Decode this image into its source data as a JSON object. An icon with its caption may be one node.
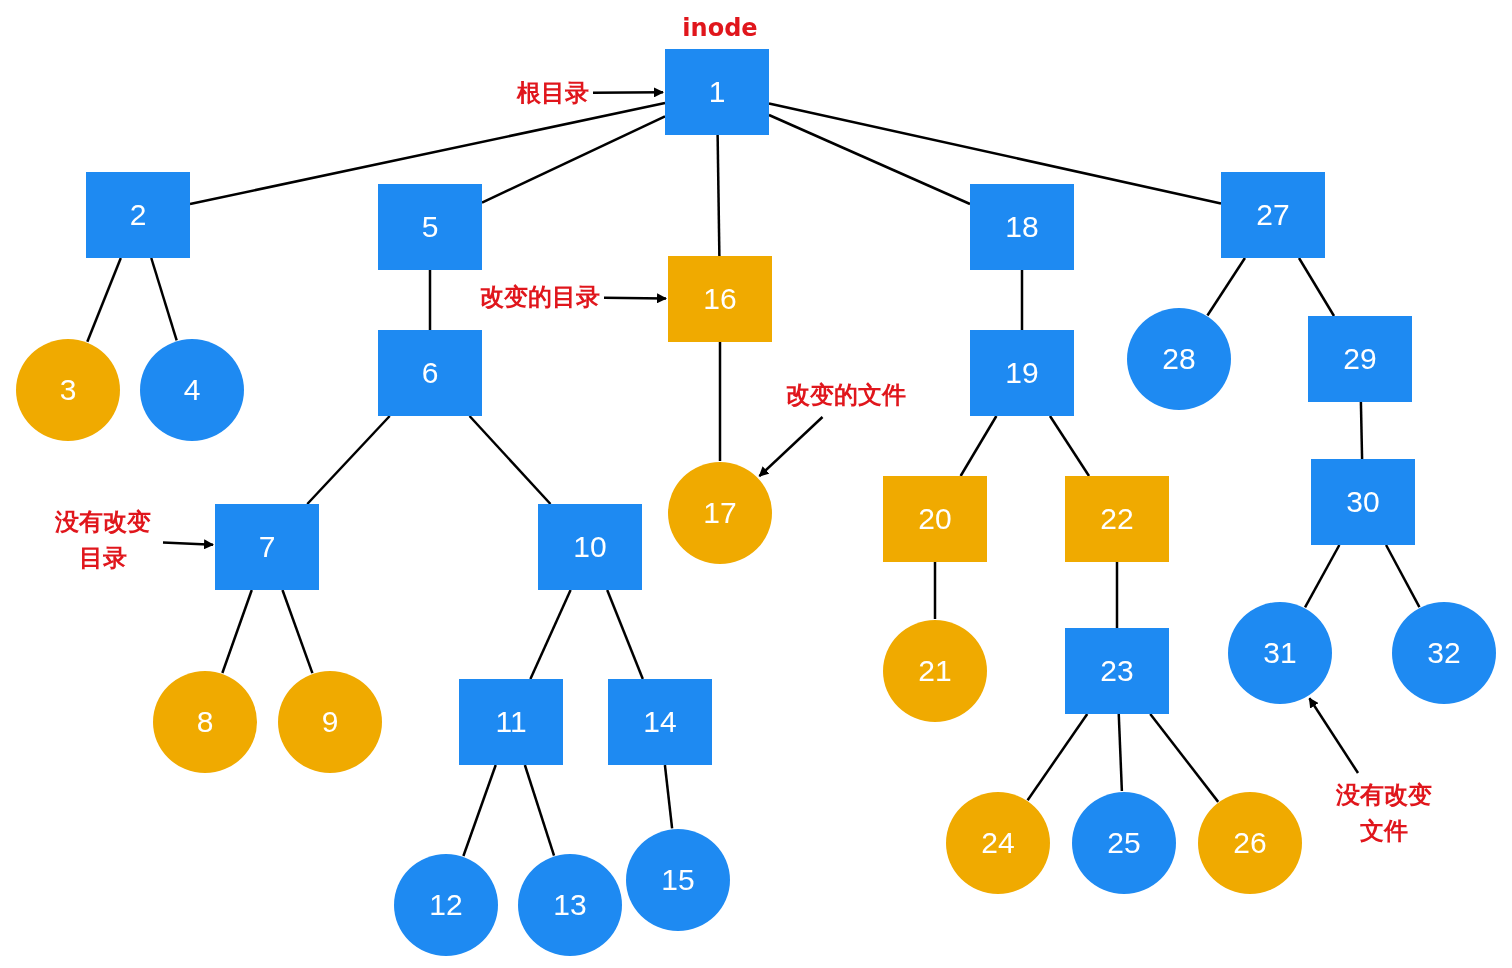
{
  "diagram": {
    "nodes": [
      {
        "text": [
          "1"
        ]
      },
      {
        "text": [
          "2"
        ]
      },
      {
        "text": [
          "3"
        ]
      },
      {
        "text": [
          "4"
        ]
      },
      {
        "text": [
          "5"
        ]
      },
      {
        "text": [
          "6"
        ]
      },
      {
        "text": [
          "7"
        ]
      },
      {
        "text": [
          "8"
        ]
      },
      {
        "text": [
          "9"
        ]
      },
      {
        "text": [
          "10"
        ]
      },
      {
        "text": [
          "11"
        ]
      },
      {
        "text": [
          "12"
        ]
      },
      {
        "text": [
          "13"
        ]
      },
      {
        "text": [
          "14"
        ]
      },
      {
        "text": [
          "15"
        ]
      },
      {
        "text": [
          "16"
        ]
      },
      {
        "text": [
          "17"
        ]
      },
      {
        "text": [
          "18"
        ]
      },
      {
        "text": [
          "19"
        ]
      },
      {
        "text": [
          "20"
        ]
      },
      {
        "text": [
          "21"
        ]
      },
      {
        "text": [
          "22"
        ]
      },
      {
        "text": [
          "23"
        ]
      },
      {
        "text": [
          "24"
        ]
      },
      {
        "text": [
          "25"
        ]
      },
      {
        "text": [
          "26"
        ]
      },
      {
        "text": [
          "27"
        ]
      },
      {
        "text": [
          "28"
        ]
      },
      {
        "text": [
          "29"
        ]
      },
      {
        "text": [
          "30"
        ]
      },
      {
        "text": [
          "31"
        ]
      },
      {
        "text": [
          "32"
        ]
      },
      {
        "text": [
          "根目录"
        ]
      },
      {
        "text": [
          "改变的目录"
        ]
      },
      {
        "text": [
          "改变的文件"
        ]
      },
      {
        "text": [
          "没有改变目录"
        ]
      },
      {
        "text": [
          "没有改变文件"
        ]
      }
    ],
    "edges": [
      {
        "from": 0,
        "to": 1,
        "arrow": "none"
      },
      {
        "from": 0,
        "to": 4,
        "arrow": "none"
      },
      {
        "from": 0,
        "to": 15,
        "arrow": "none"
      },
      {
        "from": 0,
        "to": 17,
        "arrow": "none"
      },
      {
        "from": 0,
        "to": 26,
        "arrow": "none"
      },
      {
        "from": 1,
        "to": 2,
        "arrow": "none"
      },
      {
        "from": 1,
        "to": 3,
        "arrow": "none"
      },
      {
        "from": 4,
        "to": 5,
        "arrow": "none"
      },
      {
        "from": 5,
        "to": 6,
        "arrow": "none"
      },
      {
        "from": 5,
        "to": 9,
        "arrow": "none"
      },
      {
        "from": 6,
        "to": 7,
        "arrow": "none"
      },
      {
        "from": 6,
        "to": 8,
        "arrow": "none"
      },
      {
        "from": 9,
        "to": 10,
        "arrow": "none"
      },
      {
        "from": 9,
        "to": 13,
        "arrow": "none"
      },
      {
        "from": 10,
        "to": 11,
        "arrow": "none"
      },
      {
        "from": 10,
        "to": 12,
        "arrow": "none"
      },
      {
        "from": 13,
        "to": 14,
        "arrow": "none"
      },
      {
        "from": 15,
        "to": 16,
        "arrow": "none"
      },
      {
        "from": 17,
        "to": 18,
        "arrow": "none"
      },
      {
        "from": 18,
        "to": 19,
        "arrow": "none"
      },
      {
        "from": 18,
        "to": 21,
        "arrow": "none"
      },
      {
        "from": 19,
        "to": 20,
        "arrow": "none"
      },
      {
        "from": 21,
        "to": 22,
        "arrow": "none"
      },
      {
        "from": 22,
        "to": 23,
        "arrow": "none"
      },
      {
        "from": 22,
        "to": 24,
        "arrow": "none"
      },
      {
        "from": 22,
        "to": 25,
        "arrow": "none"
      },
      {
        "from": 26,
        "to": 27,
        "arrow": "none"
      },
      {
        "from": 26,
        "to": 28,
        "arrow": "none"
      },
      {
        "from": 28,
        "to": 29,
        "arrow": "none"
      },
      {
        "from": 29,
        "to": 30,
        "arrow": "none"
      },
      {
        "from": 29,
        "to": 31,
        "arrow": "none"
      },
      {
        "from": 32,
        "to": 0,
        "arrow": "to"
      },
      {
        "from": 33,
        "to": 15,
        "arrow": "to"
      },
      {
        "from": 34,
        "to": 16,
        "arrow": "to"
      },
      {
        "from": 35,
        "to": 6,
        "arrow": "to"
      },
      {
        "from": 36,
        "to": 30,
        "arrow": "to"
      }
    ],
    "labels": [
      "inode"
    ]
  }
}
